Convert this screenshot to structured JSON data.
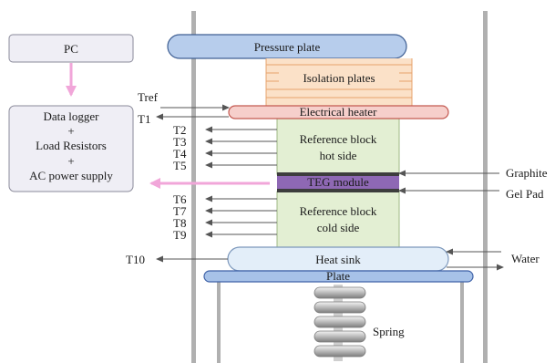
{
  "pc": {
    "label": "PC"
  },
  "logger": {
    "line1": "Data logger",
    "plus1": "+",
    "line2": "Load Resistors",
    "plus2": "+",
    "line3": "AC power supply"
  },
  "stack": {
    "pressure_plate": "Pressure plate",
    "isolation_plates": "Isolation plates",
    "electrical_heater": "Electrical heater",
    "ref_hot_line1": "Reference block",
    "ref_hot_line2": "hot side",
    "teg_module": "TEG module",
    "ref_cold_line1": "Reference block",
    "ref_cold_line2": "cold side",
    "heat_sink": "Heat sink",
    "plate": "Plate",
    "spring": "Spring"
  },
  "side_labels": {
    "graphite": "Graphite",
    "gel_pad": "Gel Pad",
    "water": "Water"
  },
  "thermocouples": {
    "tref": "Tref",
    "t1": "T1",
    "t2": "T2",
    "t3": "T3",
    "t4": "T4",
    "t5": "T5",
    "t6": "T6",
    "t7": "T7",
    "t8": "T8",
    "t9": "T9",
    "t10": "T10"
  },
  "colors": {
    "box_fill": "#efeef5",
    "box_stroke": "#8a8a9a",
    "pressure_fill": "#b7cdec",
    "pressure_stroke": "#3f5f93",
    "isolation_fill": "#fbe1c8",
    "isolation_line": "#e7a36c",
    "heater_fill": "#f6cfcb",
    "heater_stroke": "#c45a52",
    "ref_fill": "#e3efd3",
    "ref_stroke": "#9fb985",
    "teg_fill": "#8e68b4",
    "graphite": "#3d3d3d",
    "heatsink_fill": "#e3eef9",
    "heatsink_stroke": "#7d98bc",
    "plate_fill": "#a7c2e8",
    "plate_stroke": "#3f62a8",
    "pink_arrow": "#f1a6d9",
    "rod": "#b0b0b0",
    "arrow": "#555555"
  }
}
